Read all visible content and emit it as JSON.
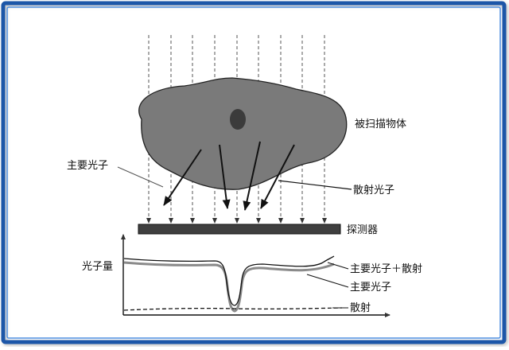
{
  "colors": {
    "frame_outer": "#1f57a8",
    "frame_inner": "#4f8fe0",
    "object_fill": "#7a7a7a",
    "nucleus_fill": "#3b3b3b",
    "detector_fill": "#3f3f3f",
    "curve_gray": "#8a8a8a",
    "ink": "#111111"
  },
  "labels": {
    "object": "被扫描物体",
    "primary_photon": "主要光子",
    "scattered_photon": "散射光子",
    "detector": "探测器",
    "y_axis": "光子量",
    "curve_primary_plus_scatter": "主要光子＋散射",
    "curve_primary": "主要光子",
    "curve_scatter": "散射"
  }
}
